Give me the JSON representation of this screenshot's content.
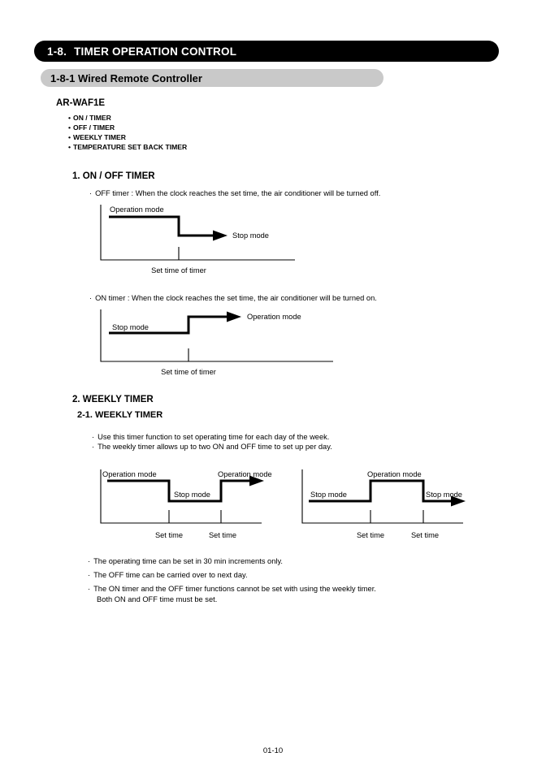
{
  "section": {
    "number": "1-8.",
    "title": "TIMER OPERATION CONTROL"
  },
  "subsection": {
    "text": "1-8-1 Wired Remote Controller"
  },
  "model": {
    "name": "AR-WAF1E",
    "bullet": "•",
    "features": [
      "ON / TIMER",
      "OFF / TIMER",
      "WEEKLY TIMER",
      "TEMPERATURE SET BACK TIMER"
    ]
  },
  "sections": {
    "one": {
      "heading": "1. ON / OFF TIMER",
      "bullet": "·",
      "off_note": "OFF timer : When the clock reaches the set time, the air conditioner will be turned off.",
      "on_note": "ON timer : When the clock reaches the set time, the air conditioner will be turned on."
    },
    "two": {
      "heading": "2. WEEKLY TIMER",
      "sub_heading": "2-1. WEEKLY TIMER",
      "bullet": "·",
      "notes_top": [
        "Use this timer function to set operating time for each day of the week.",
        "The weekly timer allows up to two ON and OFF time to set up per day."
      ],
      "notes_bottom": [
        "The operating time can be set in 30 min increments only.",
        "The OFF time can be carried over to next day.",
        "The ON timer and the OFF timer functions cannot be set with using the weekly timer."
      ],
      "notes_bottom_continuation": "Both ON and OFF time must be set."
    }
  },
  "diagrams": {
    "off_timer": {
      "name": "off-timer-waveform",
      "labels": {
        "high": "Operation mode",
        "arrow": "Stop mode",
        "tick": "Set time of timer"
      }
    },
    "on_timer": {
      "name": "on-timer-waveform",
      "labels": {
        "low": "Stop mode",
        "arrow": "Operation mode",
        "tick": "Set time of timer"
      }
    },
    "weekly_left": {
      "name": "weekly-timer-waveform-left",
      "labels": {
        "high_start": "Operation mode",
        "low_mid": "Stop mode",
        "high_end": "Operation mode",
        "tick1": "Set time",
        "tick2": "Set time"
      }
    },
    "weekly_right": {
      "name": "weekly-timer-waveform-right",
      "labels": {
        "low_start": "Stop mode",
        "high_mid": "Operation mode",
        "low_end": "Stop mode",
        "tick1": "Set time",
        "tick2": "Set time"
      }
    }
  },
  "footer": {
    "page": "01-10"
  },
  "colors": {
    "section_bar": "#000000",
    "subsection_bar": "#c9c9c9",
    "text": "#000000",
    "line": "#000000"
  }
}
